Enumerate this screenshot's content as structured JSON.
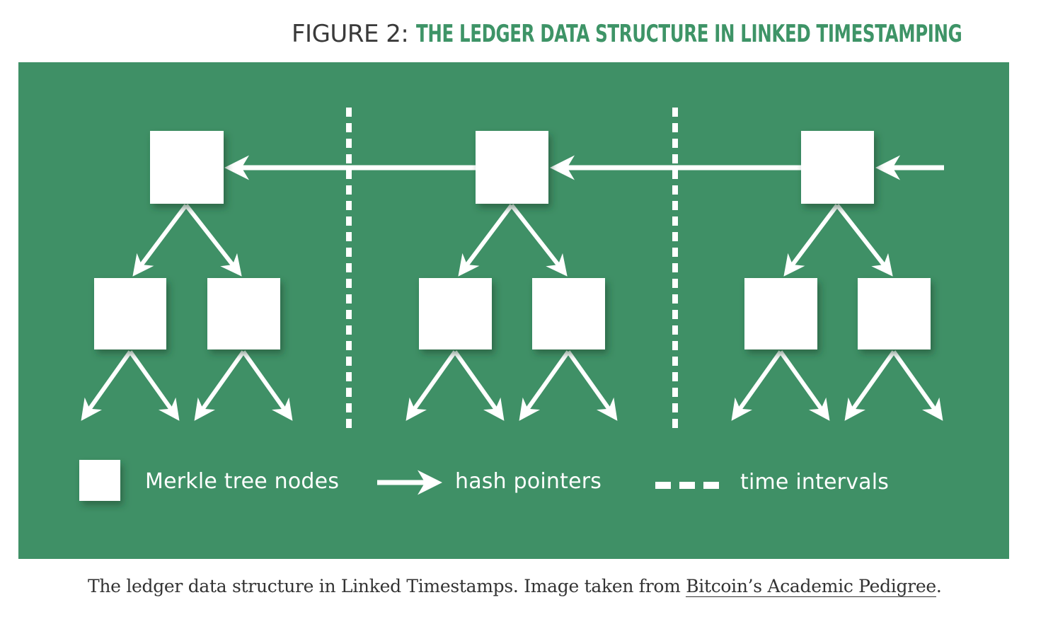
{
  "figure": {
    "prefix": "FIGURE 2: ",
    "title": "THE LEDGER DATA STRUCTURE IN LINKED TIMESTAMPING",
    "title_color": "#3e9467",
    "panel_color": "#3f9066"
  },
  "legend": {
    "nodes": "Merkle tree nodes",
    "pointers": "hash pointers",
    "intervals": "time intervals"
  },
  "caption": {
    "text": "The ledger data structure in Linked Timestamps. Image taken from ",
    "link": "Bitcoin’s Academic Pedigree",
    "end": "."
  }
}
